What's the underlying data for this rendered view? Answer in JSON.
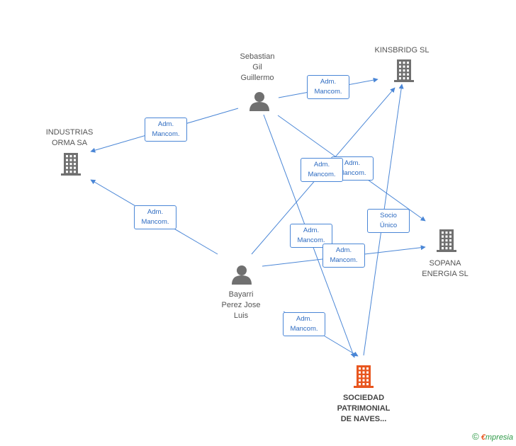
{
  "nodes": [
    {
      "id": "sebastian",
      "kind": "person",
      "label": "Sebastian\nGil\nGuillermo"
    },
    {
      "id": "kinsbridg",
      "kind": "company",
      "label": "KINSBRIDG SL"
    },
    {
      "id": "industrias",
      "kind": "company",
      "label": "INDUSTRIAS\nORMA SA"
    },
    {
      "id": "sopana",
      "kind": "company",
      "label": "SOPANA\nENERGIA SL"
    },
    {
      "id": "bayarri",
      "kind": "person",
      "label": "Bayarri\nPerez Jose\nLuis"
    },
    {
      "id": "sociedad",
      "kind": "company-target",
      "label": "SOCIEDAD\nPATRIMONIAL\nDE NAVES..."
    }
  ],
  "edges": [
    {
      "from": "sebastian",
      "to": "kinsbridg",
      "label": "Adm.\nMancom."
    },
    {
      "from": "sebastian",
      "to": "industrias",
      "label": "Adm.\nMancom."
    },
    {
      "from": "sebastian",
      "to": "sopana",
      "label": "Adm.\nMancom."
    },
    {
      "from": "sebastian",
      "to": "sociedad",
      "label": "Adm.\nMancom."
    },
    {
      "from": "bayarri",
      "to": "kinsbridg",
      "label": "Adm.\nMancom."
    },
    {
      "from": "bayarri",
      "to": "industrias",
      "label": "Adm.\nMancom."
    },
    {
      "from": "bayarri",
      "to": "sopana",
      "label": "Adm.\nMancom."
    },
    {
      "from": "bayarri",
      "to": "sociedad",
      "label": "Adm.\nMancom."
    },
    {
      "from": "sociedad",
      "to": "kinsbridg",
      "label": "Socio\nÚnico"
    }
  ],
  "footer": {
    "copyright": "©",
    "brand_initial": "€",
    "brand_rest": "mpresia"
  },
  "colors": {
    "edge": "#4a86d6",
    "node": "#707070",
    "target": "#e8561f"
  }
}
